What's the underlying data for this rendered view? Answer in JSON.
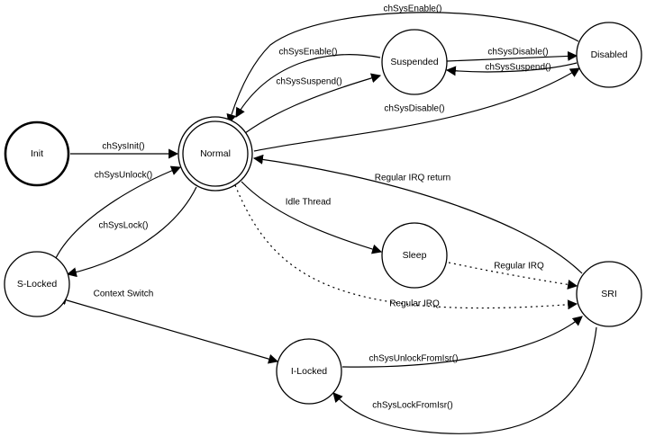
{
  "diagram": {
    "nodes": [
      {
        "id": "init",
        "label": "Init"
      },
      {
        "id": "normal",
        "label": "Normal"
      },
      {
        "id": "suspended",
        "label": "Suspended"
      },
      {
        "id": "disabled",
        "label": "Disabled"
      },
      {
        "id": "slocked",
        "label": "S-Locked"
      },
      {
        "id": "sleep",
        "label": "Sleep"
      },
      {
        "id": "sri",
        "label": "SRI"
      },
      {
        "id": "ilocked",
        "label": "I-Locked"
      }
    ],
    "edges": [
      {
        "from": "init",
        "to": "normal",
        "label": "chSysInit()",
        "style": "solid"
      },
      {
        "from": "suspended",
        "to": "normal",
        "label": "chSysEnable()",
        "style": "solid"
      },
      {
        "from": "disabled",
        "to": "normal",
        "label": "chSysEnable()",
        "style": "solid"
      },
      {
        "from": "normal",
        "to": "suspended",
        "label": "chSysSuspend()",
        "style": "solid"
      },
      {
        "from": "suspended",
        "to": "disabled",
        "label": "chSysDisable()",
        "style": "solid"
      },
      {
        "from": "disabled",
        "to": "suspended",
        "label": "chSysSuspend()",
        "style": "solid"
      },
      {
        "from": "normal",
        "to": "disabled",
        "label": "chSysDisable()",
        "style": "solid"
      },
      {
        "from": "slocked",
        "to": "normal",
        "label": "chSysUnlock()",
        "style": "solid"
      },
      {
        "from": "normal",
        "to": "slocked",
        "label": "chSysLock()",
        "style": "solid"
      },
      {
        "from": "normal",
        "to": "sleep",
        "label": "Idle Thread",
        "style": "solid"
      },
      {
        "from": "sri",
        "to": "normal",
        "label": "Regular IRQ return",
        "style": "solid"
      },
      {
        "from": "sleep",
        "to": "sri",
        "label": "Regular IRQ",
        "style": "dotted"
      },
      {
        "from": "normal",
        "to": "sri",
        "label": "Regular IRQ",
        "style": "dotted"
      },
      {
        "from": "slocked",
        "to": "ilocked",
        "label": "Context Switch",
        "style": "bidirectional"
      },
      {
        "from": "ilocked",
        "to": "sri",
        "label": "chSysUnlockFromIsr()",
        "style": "solid"
      },
      {
        "from": "sri",
        "to": "ilocked",
        "label": "chSysLockFromIsr()",
        "style": "solid"
      }
    ]
  }
}
